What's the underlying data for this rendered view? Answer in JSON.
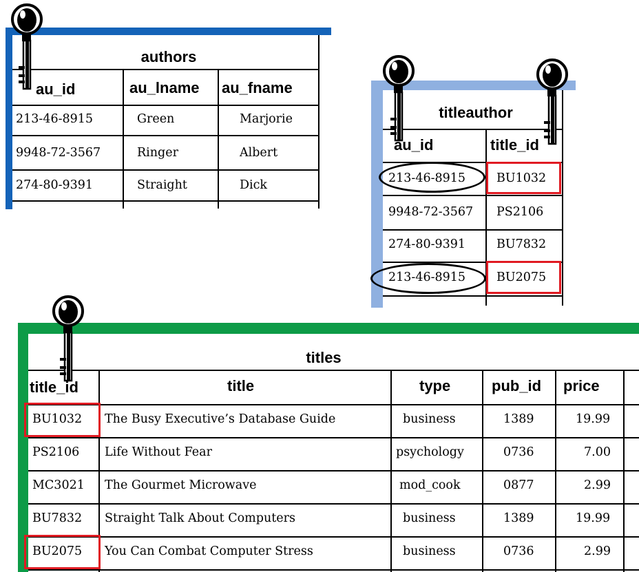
{
  "authors": {
    "title": "authors",
    "headers": [
      "au_id",
      "au_lname",
      "au_fname"
    ],
    "rows": [
      [
        "213-46-8915",
        "Green",
        "Marjorie"
      ],
      [
        "9948-72-3567",
        "Ringer",
        "Albert"
      ],
      [
        "274-80-9391",
        "Straight",
        "Dick"
      ]
    ],
    "accent_color": "#1463b8"
  },
  "titleauthor": {
    "title": "titleauthor",
    "headers": [
      "au_id",
      "title_id"
    ],
    "rows": [
      [
        "213-46-8915",
        "BU1032"
      ],
      [
        "9948-72-3567",
        "PS2106"
      ],
      [
        "274-80-9391",
        "BU7832"
      ],
      [
        "213-46-8915",
        "BU2075"
      ]
    ],
    "accent_color": "#8fb0e0"
  },
  "titles": {
    "title": "titles",
    "headers": [
      "title_id",
      "title",
      "type",
      "pub_id",
      "price"
    ],
    "rows": [
      [
        "BU1032",
        "The Busy Executive’s Database Guide",
        "business",
        "1389",
        "19.99"
      ],
      [
        "PS2106",
        "Life Without Fear",
        "psychology",
        "0736",
        "7.00"
      ],
      [
        "MC3021",
        "The Gourmet Microwave",
        "mod_cook",
        "0877",
        "2.99"
      ],
      [
        "BU7832",
        "Straight Talk About Computers",
        "business",
        "1389",
        "19.99"
      ],
      [
        "BU2075",
        "You Can Combat Computer Stress",
        "business",
        "0736",
        "2.99"
      ]
    ],
    "accent_color": "#0d9b47"
  },
  "highlight_color": "#e01a22",
  "icons": [
    "key-icon"
  ]
}
